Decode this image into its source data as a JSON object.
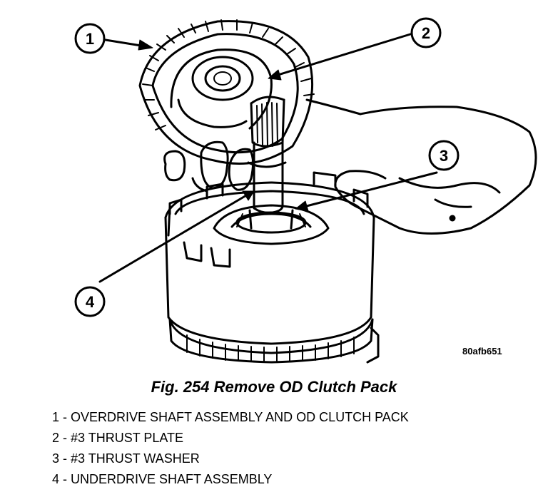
{
  "callouts": [
    "1",
    "2",
    "3",
    "4"
  ],
  "image_code": "80afb651",
  "caption": "Fig. 254 Remove OD Clutch Pack",
  "legend": [
    "1 - OVERDRIVE SHAFT ASSEMBLY AND OD CLUTCH PACK",
    "2 - #3 THRUST PLATE",
    "3 - #3 THRUST WASHER",
    "4 - UNDERDRIVE SHAFT ASSEMBLY"
  ]
}
